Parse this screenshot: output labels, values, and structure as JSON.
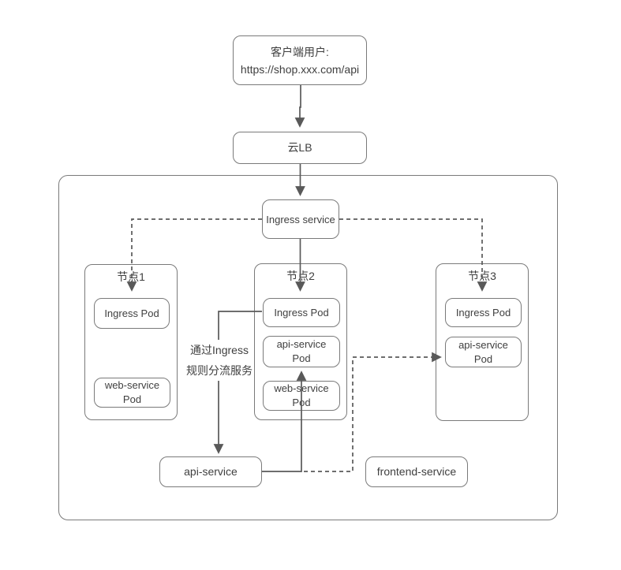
{
  "diagram": {
    "client": {
      "line1": "客户端用户:",
      "line2": "https://shop.xxx.com/api"
    },
    "cloud_lb": {
      "label": "云LB"
    },
    "ingress_service": {
      "label": "Ingress service"
    },
    "nodes": [
      {
        "title": "节点1",
        "pods": [
          {
            "line1": "Ingress Pod"
          },
          {
            "line1": "web-service",
            "line2": "Pod"
          }
        ]
      },
      {
        "title": "节点2",
        "pods": [
          {
            "line1": "Ingress Pod"
          },
          {
            "line1": "api-service",
            "line2": "Pod"
          },
          {
            "line1": "web-service",
            "line2": "Pod"
          }
        ]
      },
      {
        "title": "节点3",
        "pods": [
          {
            "line1": "Ingress Pod"
          },
          {
            "line1": "api-service",
            "line2": "Pod"
          }
        ]
      }
    ],
    "annotation": {
      "line1": "通过Ingress",
      "line2": "规则分流服务"
    },
    "api_service": {
      "label": "api-service"
    },
    "frontend_service": {
      "label": "frontend-service"
    },
    "colors": {
      "border": "#7a7a7a",
      "line": "#595959",
      "text": "#3f3f3f",
      "background": "#ffffff"
    }
  }
}
